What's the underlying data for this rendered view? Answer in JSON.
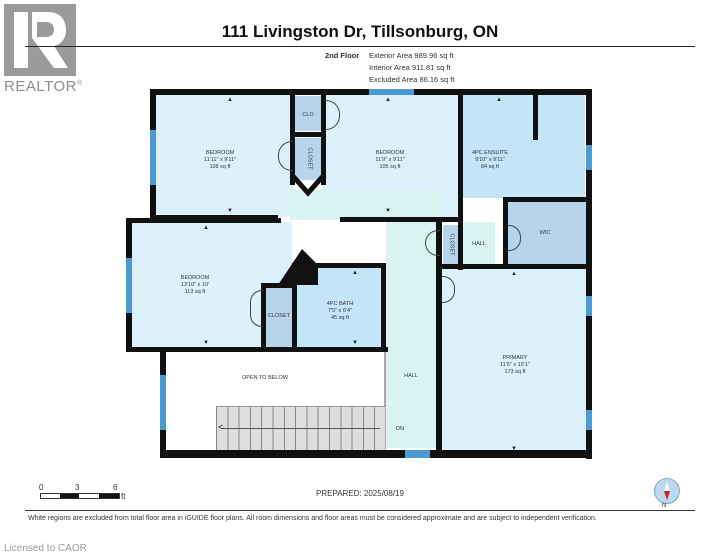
{
  "logo": {
    "name": "REALTOR",
    "mark": "R",
    "registered": "®"
  },
  "header": {
    "title": "111 Livingston Dr, Tillsonburg, ON",
    "floor": "2nd Floor",
    "areas": [
      "Exterior Area 989.96 sq ft",
      "Interior Area 911.81 sq ft",
      "Excluded Area 86.16 sq ft"
    ]
  },
  "rooms": {
    "bedroom1": {
      "name": "BEDROOM",
      "dims": "11'11\" x 9'11\"",
      "area": "108 sq ft"
    },
    "clo": {
      "name": "CLO"
    },
    "closet1": {
      "name": "CLOSET"
    },
    "bedroom2": {
      "name": "BEDROOM",
      "dims": "11'9\" x 9'11\"",
      "area": "105 sq ft"
    },
    "ensuite": {
      "name": "4PC ENSUITE",
      "dims": "9'10\" x 9'11\"",
      "area": "84 sq ft"
    },
    "wic": {
      "name": "WIC"
    },
    "hall_small": {
      "name": "HALL"
    },
    "closet_hall": {
      "name": "CLOSET"
    },
    "bedroom3": {
      "name": "BEDROOM",
      "dims": "13'10\" x 10'",
      "area": "113 sq ft"
    },
    "closet3": {
      "name": "CLOSET"
    },
    "bath": {
      "name": "4PC BATH",
      "dims": "7'5\" x 6'4\"",
      "area": "45 sq ft"
    },
    "open_below": {
      "name": "OPEN TO BELOW"
    },
    "hall": {
      "name": "HALL"
    },
    "stairs": {
      "label": "DN"
    },
    "primary": {
      "name": "PRIMARY",
      "dims": "11'6\" x 15'1\"",
      "area": "173 sq ft"
    }
  },
  "scale": {
    "ticks": [
      "0",
      "3",
      "6"
    ],
    "unit": "ft"
  },
  "prepared": "PREPARED: 2025/08/19",
  "compass": {
    "label": "N"
  },
  "disclaimer": "White regions are excluded from total floor area in iGUIDE floor plans. All room dimensions and floor areas must be considered approximate and are subject to independent verification.",
  "license": "Licensed to CAOR",
  "colors": {
    "wall": "#111111",
    "bedroom": "#dcf1fb",
    "bath": "#c4e4f8",
    "closet": "#b8d4ea",
    "hall": "#d9f2f2",
    "window": "#4b9bd3",
    "stairs": "#dedede"
  }
}
